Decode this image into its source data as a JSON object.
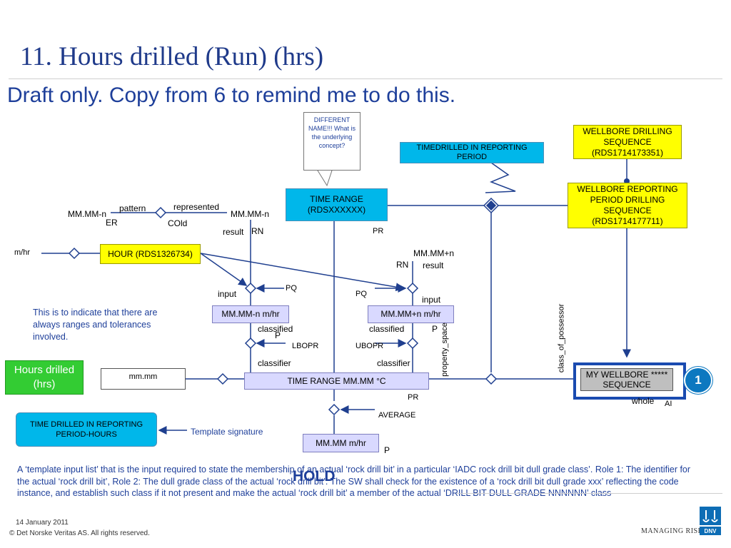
{
  "slide": {
    "title": "11. Hours drilled (Run) (hrs)",
    "subtitle": "Draft only. Copy from 6 to remind me to do this."
  },
  "callout": {
    "text": "DIFFERENT NAME!!! What is the underlying concept?"
  },
  "boxes": {
    "timedrilled_period": "TIMEDRILLED IN REPORTING PERIOD",
    "wellbore_drilling_sequence": "WELLBORE DRILLING SEQUENCE (RDS1714173351)",
    "wellbore_reporting_period": "WELLBORE REPORTING PERIOD DRILLING SEQUENCE (RDS1714177711)",
    "time_range": "TIME RANGE (RDSXXXXXX)",
    "hour": "HOUR (RDS1326734)",
    "mm_minus": "MM.MM-n m/hr",
    "mm_plus": "MM.MM+n m/hr",
    "time_range_mm": "TIME RANGE MM.MM °C",
    "mm_mm": "mm.mm",
    "mm_mm_mhr": "MM.MM m/hr",
    "my_wellbore": "MY WELLBORE ***** SEQUENCE",
    "hours_drilled": "Hours drilled (hrs)",
    "time_drilled_hours": "TIME DRILLED IN REPORTING PERIOD-HOURS"
  },
  "labels": {
    "mmn_left": "MM.MM-n",
    "pattern": "pattern",
    "er": "ER",
    "represented": "represented",
    "cold": "COld",
    "mmn_mid": "MM.MM-n",
    "result_left": "result",
    "rn_left": "RN",
    "pr_top": "PR",
    "mmplus": "MM.MM+n",
    "rn_right": "RN",
    "result_right": "result",
    "mhr": "m/hr",
    "pq_left": "PQ",
    "input_left": "input",
    "pq_right": "PQ",
    "input_right": "input",
    "classified_left": "classified",
    "p_left": "P",
    "classified_right": "classified",
    "p_right": "P",
    "lbopr": "LBOPR",
    "ubopr": "UBOPR",
    "classifier_left": "classifier",
    "classifier_right": "classifier",
    "property_space": "property_space",
    "class_of_possessor": "class_of_possessor",
    "pr_bottom": "PR",
    "average": "AVERAGE",
    "p_bottom": "P",
    "whole": "whole",
    "ai": "AI",
    "template_signature": "Template signature",
    "circle_number": "1"
  },
  "note": "This is to indicate that there are always ranges and tolerances involved.",
  "paragraph": "A ‘template input list’ that is the input required to state the membership of an actual  ‘rock drill bit’ in a particular ‘IADC rock drill bit dull grade class’. Role 1: The identifier for the actual ‘rock drill bit’, Role 2: The dull grade class of the actual ‘rock drill bit’. The SW shall check for the existence of a ‘rock drill bit dull grade xxx’ reflecting the code instance, and establish such class if it not present and make the actual ‘rock drill bit’ a member of the actual ‘DRILL BIT DULL GRADE NNNNNN’ class",
  "hold": "HOLD",
  "footer": {
    "date": "14 January 2011",
    "copyright": "© Det Norske Veritas AS. All rights reserved.",
    "managing_risk": "MANAGING RISK",
    "logo_text": "DNV"
  },
  "colors": {
    "cyan": "#00b7ea",
    "yellow": "#ffff00",
    "green": "#33cc33",
    "dark_blue_text": "#1e3f9a",
    "line_blue": "#1f3f8f"
  }
}
